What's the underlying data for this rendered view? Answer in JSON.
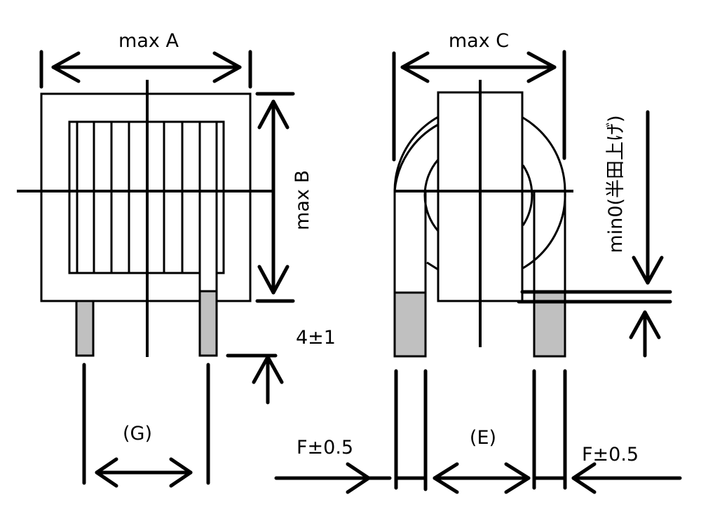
{
  "drawing": {
    "type": "component-dimension-drawing",
    "views": [
      "front-view",
      "side-view"
    ],
    "colors": {
      "line": "#000000",
      "lead_fill": "#c0c0c0",
      "background": "#ffffff"
    }
  },
  "labels": {
    "max_a": "max A",
    "max_b": "max B",
    "max_c": "max C",
    "min0": "min0(半田上げ)",
    "lead_length": "4±1",
    "g": "(G)",
    "e": "(E)",
    "f_left": "F±0.5",
    "f_right": "F±0.5"
  }
}
